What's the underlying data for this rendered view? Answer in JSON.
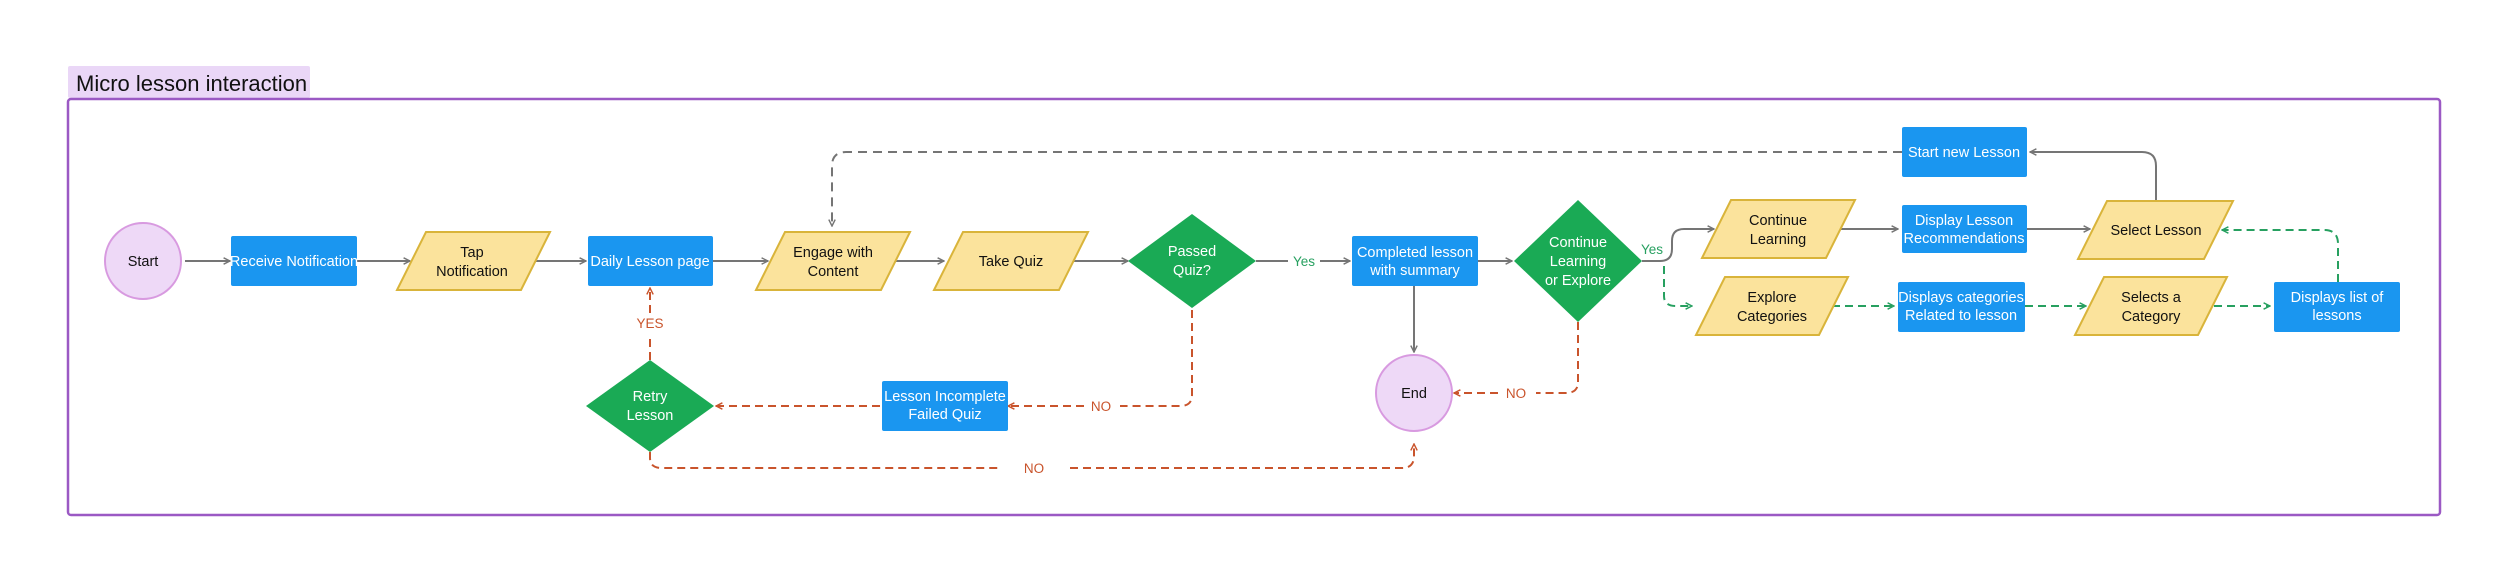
{
  "frame": {
    "title": "Micro lesson interaction"
  },
  "colors": {
    "frame_border": "#9b59c4",
    "frame_title_bg": "#ead7f7",
    "terminal_fill": "#eed9f7",
    "terminal_stroke": "#d89ae0",
    "process_fill": "#1a96f0",
    "io_fill": "#fbe39c",
    "io_stroke": "#d9b43a",
    "decision_fill": "#1aaa55",
    "flow_gray": "#757575",
    "flow_green": "#27a060",
    "flow_red": "#c9542c"
  },
  "nodes": {
    "start": {
      "lines": [
        "Start"
      ],
      "shape": "terminal"
    },
    "receive_notification": {
      "lines": [
        "Receive Notification"
      ],
      "shape": "process"
    },
    "tap_notification": {
      "lines": [
        "Tap",
        "Notification"
      ],
      "shape": "io"
    },
    "daily_lesson_page": {
      "lines": [
        "Daily Lesson page"
      ],
      "shape": "process"
    },
    "engage_with_content": {
      "lines": [
        "Engage with",
        "Content"
      ],
      "shape": "io"
    },
    "take_quiz": {
      "lines": [
        "Take Quiz"
      ],
      "shape": "io"
    },
    "passed_quiz": {
      "lines": [
        "Passed",
        "Quiz?"
      ],
      "shape": "decision"
    },
    "completed_lesson": {
      "lines": [
        "Completed lesson",
        "with summary"
      ],
      "shape": "process"
    },
    "continue_or_explore": {
      "lines": [
        "Continue",
        "Learning",
        "or Explore"
      ],
      "shape": "decision"
    },
    "continue_learning": {
      "lines": [
        "Continue",
        "Learning"
      ],
      "shape": "io"
    },
    "display_recommendations": {
      "lines": [
        "Display Lesson",
        "Recommendations"
      ],
      "shape": "process"
    },
    "select_lesson": {
      "lines": [
        "Select Lesson"
      ],
      "shape": "io"
    },
    "start_new_lesson": {
      "lines": [
        "Start new Lesson"
      ],
      "shape": "process"
    },
    "explore_categories": {
      "lines": [
        "Explore",
        "Categories"
      ],
      "shape": "io"
    },
    "displays_categories": {
      "lines": [
        "Displays categories",
        "Related to lesson"
      ],
      "shape": "process"
    },
    "selects_category": {
      "lines": [
        "Selects a",
        "Category"
      ],
      "shape": "io"
    },
    "displays_list_lessons": {
      "lines": [
        "Displays list of",
        "lessons"
      ],
      "shape": "process"
    },
    "end": {
      "lines": [
        "End"
      ],
      "shape": "terminal"
    },
    "lesson_incomplete": {
      "lines": [
        "Lesson Incomplete",
        "Failed Quiz"
      ],
      "shape": "process"
    },
    "retry_lesson": {
      "lines": [
        "Retry",
        "Lesson"
      ],
      "shape": "decision"
    }
  },
  "edges": [
    {
      "from": "start",
      "to": "receive_notification",
      "style": "solid"
    },
    {
      "from": "receive_notification",
      "to": "tap_notification",
      "style": "solid"
    },
    {
      "from": "tap_notification",
      "to": "daily_lesson_page",
      "style": "solid"
    },
    {
      "from": "daily_lesson_page",
      "to": "engage_with_content",
      "style": "solid"
    },
    {
      "from": "engage_with_content",
      "to": "take_quiz",
      "style": "solid"
    },
    {
      "from": "take_quiz",
      "to": "passed_quiz",
      "style": "solid"
    },
    {
      "from": "passed_quiz",
      "to": "completed_lesson",
      "style": "solid",
      "label": "Yes"
    },
    {
      "from": "completed_lesson",
      "to": "continue_or_explore",
      "style": "solid"
    },
    {
      "from": "completed_lesson",
      "to": "end",
      "style": "solid"
    },
    {
      "from": "continue_or_explore",
      "to": "continue_learning",
      "style": "solid",
      "label": "Yes"
    },
    {
      "from": "continue_learning",
      "to": "display_recommendations",
      "style": "solid"
    },
    {
      "from": "display_recommendations",
      "to": "select_lesson",
      "style": "solid"
    },
    {
      "from": "select_lesson",
      "to": "start_new_lesson",
      "style": "solid"
    },
    {
      "from": "start_new_lesson",
      "to": "engage_with_content",
      "style": "dashed-gray"
    },
    {
      "from": "continue_or_explore",
      "to": "explore_categories",
      "style": "dashed-green"
    },
    {
      "from": "explore_categories",
      "to": "displays_categories",
      "style": "dashed-green"
    },
    {
      "from": "displays_categories",
      "to": "selects_category",
      "style": "dashed-green"
    },
    {
      "from": "selects_category",
      "to": "displays_list_lessons",
      "style": "dashed-green"
    },
    {
      "from": "displays_list_lessons",
      "to": "select_lesson",
      "style": "dashed-green"
    },
    {
      "from": "passed_quiz",
      "to": "lesson_incomplete",
      "style": "dashed-red",
      "label": "NO"
    },
    {
      "from": "lesson_incomplete",
      "to": "retry_lesson",
      "style": "dashed-red"
    },
    {
      "from": "retry_lesson",
      "to": "daily_lesson_page",
      "style": "dashed-red",
      "label": "YES"
    },
    {
      "from": "retry_lesson",
      "to": "end",
      "style": "dashed-red",
      "label": "NO"
    },
    {
      "from": "continue_or_explore",
      "to": "end",
      "style": "dashed-red",
      "label": "NO"
    }
  ]
}
